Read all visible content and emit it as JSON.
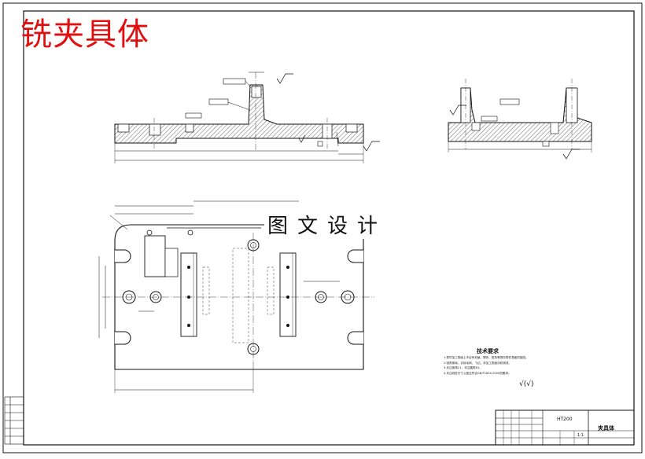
{
  "drawing": {
    "title": "铣夹具体",
    "watermark": "图文设计",
    "tech_requirements": {
      "title": "技术要求",
      "items": [
        "1.零件加工表面上不应有划痕、擦伤、碰伤等损伤零件表面的缺陷。",
        "2.锐角倒钝，去除毛刺，飞边，非加工表面涂防锈漆。",
        "3.未注倒角C1，未注圆角R1。",
        "4.未注线性尺寸公差应符合GB/T1804-2000的要求。"
      ]
    },
    "roughness_note": "√(√)",
    "title_block": {
      "part_name": "夹具体",
      "material": "HT200",
      "scale": "1:1"
    }
  },
  "colors": {
    "title_red": "#e01010",
    "line": "#111111",
    "hatch": "#333333"
  }
}
